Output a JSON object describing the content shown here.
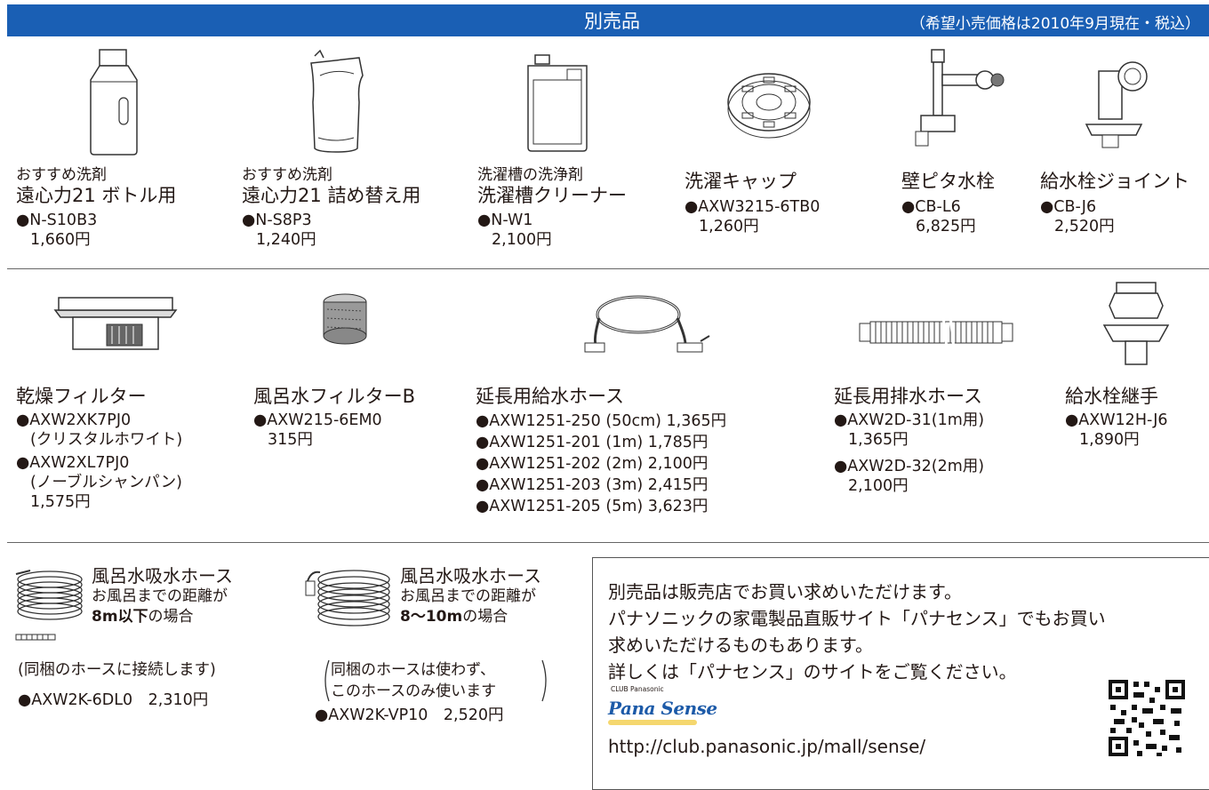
{
  "header": {
    "title": "別売品",
    "note": "（希望小売価格は2010年9月現在・税込）"
  },
  "row1": [
    {
      "category": "おすすめ洗剤",
      "name": "遠心力21 ボトル用",
      "code": "N-S10B3",
      "price": "1,660円"
    },
    {
      "category": "おすすめ洗剤",
      "name": "遠心力21 詰め替え用",
      "code": "N-S8P3",
      "price": "1,240円"
    },
    {
      "category": "洗濯槽の洗浄剤",
      "name": "洗濯槽クリーナー",
      "code": "N-W1",
      "price": "2,100円"
    },
    {
      "name": "洗濯キャップ",
      "code": "AXW3215-6TB0",
      "price": "1,260円"
    },
    {
      "name": "壁ピタ水栓",
      "code": "CB-L6",
      "price": "6,825円"
    },
    {
      "name": "給水栓ジョイント",
      "code": "CB-J6",
      "price": "2,520円"
    }
  ],
  "dry_filter": {
    "name": "乾燥フィルター",
    "code1": "AXW2XK7PJ0",
    "color1": "(クリスタルホワイト)",
    "code2": "AXW2XL7PJ0",
    "color2": "(ノーブルシャンパン)",
    "price": "1,575円"
  },
  "bath_filter": {
    "name": "風呂水フィルターB",
    "code": "AXW215-6EM0",
    "price": "315円"
  },
  "supply_hose": {
    "name": "延長用給水ホース",
    "lines": [
      "AXW1251-250 (50cm) 1,365円",
      "AXW1251-201 (1m) 1,785円",
      "AXW1251-202 (2m) 2,100円",
      "AXW1251-203 (3m) 2,415円",
      "AXW1251-205 (5m) 3,623円"
    ]
  },
  "drain_hose": {
    "name": "延長用排水ホース",
    "code1": "AXW2D-31(1m用)",
    "price1": "1,365円",
    "code2": "AXW2D-32(2m用)",
    "price2": "2,100円"
  },
  "faucet_joint": {
    "name": "給水栓継手",
    "code": "AXW12H-J6",
    "price": "1,890円"
  },
  "bath_hose1": {
    "title": "風呂水吸水ホース",
    "desc": "お風呂までの距離が",
    "dist": "8m以下",
    "suffix": "の場合",
    "note": "(同梱のホースに接続します)",
    "code_price": "AXW2K-6DL0　2,310円"
  },
  "bath_hose2": {
    "title": "風呂水吸水ホース",
    "desc": "お風呂までの距離が",
    "dist": "8〜10m",
    "suffix": "の場合",
    "note1": "同梱のホースは使わず、",
    "note2": "このホースのみ使います",
    "code_price": "AXW2K-VP10　2,520円"
  },
  "notice": {
    "lines": [
      "別売品は販売店でお買い求めいただけます。",
      "パナソニックの家電製品直販サイト「パナセンス」でもお買い",
      "求めいただけるものもあります。",
      "詳しくは「パナセンス」のサイトをご覧ください。"
    ],
    "club": "CLUB Panasonic",
    "logo": "Pana Sense",
    "url": "http://club.panasonic.jp/mall/sense/"
  },
  "colors": {
    "header_bg": "#1a5fb4",
    "logo": "#1c5aa8",
    "logo_bar": "#f5d76e"
  }
}
